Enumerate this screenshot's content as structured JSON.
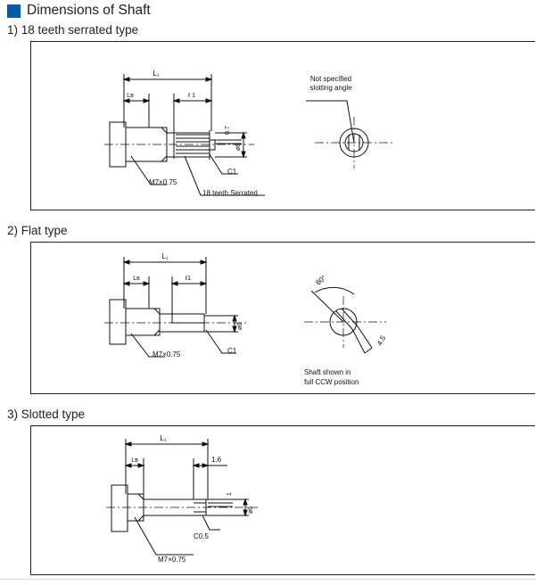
{
  "page": {
    "title": "Dimensions of Shaft",
    "title_color": "#0b5aa5"
  },
  "sections": [
    {
      "heading": "1) 18 teeth serrated type",
      "labels": {
        "l1": "L₁",
        "lb": "Lʙ",
        "l1_small": "ℓ 1",
        "dim_07": "0.7",
        "dim_dia6": "ø6",
        "thread": "M7×0.75",
        "serration": "18 teeth Serrated",
        "chamfer": "C1",
        "note_line1": "Not specified",
        "note_line2": "slotting angle"
      }
    },
    {
      "heading": "2) Flat type",
      "labels": {
        "l1": "L₁",
        "lb": "Lʙ",
        "l1_small": "ℓ1",
        "dim_dia6": "ø6",
        "thread": "M7×0.75",
        "chamfer": "C1",
        "angle": "60°",
        "flat": "4.5",
        "note_line1": "Shaft shown in",
        "note_line2": "full CCW position"
      }
    },
    {
      "heading": "3) Slotted type",
      "labels": {
        "l1": "L₁",
        "lb": "Lʙ",
        "slot_width": "1.6",
        "slot_depth": "1",
        "dim_dia6": "ø6",
        "chamfer": "C0.5",
        "thread": "M7×0.75"
      }
    }
  ]
}
